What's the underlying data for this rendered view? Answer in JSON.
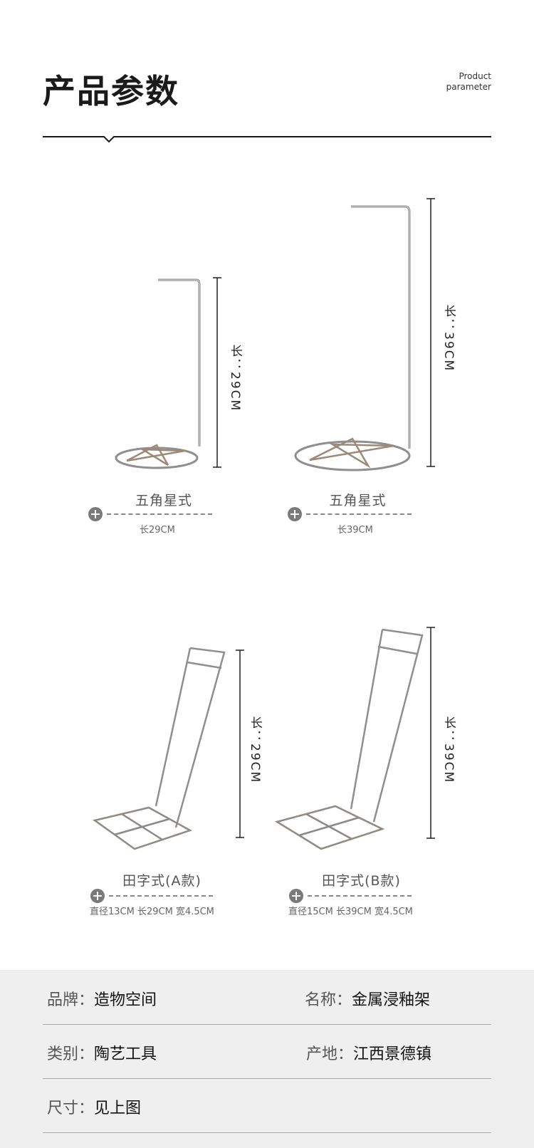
{
  "header": {
    "title": "产品参数",
    "subtitle_line1": "Product",
    "subtitle_line2": "parameter"
  },
  "products": [
    {
      "name": "五角星式",
      "spec": "长29CM",
      "dimension": "长：29CM"
    },
    {
      "name": "五角星式",
      "spec": "长39CM",
      "dimension": "长：39CM"
    },
    {
      "name": "田字式(A款)",
      "spec": "直径13CM 长29CM 宽4.5CM",
      "dimension": "长：29CM"
    },
    {
      "name": "田字式(B款)",
      "spec": "直径15CM 长39CM 宽4.5CM",
      "dimension": "长：39CM"
    }
  ],
  "info": {
    "brand_label": "品牌：",
    "brand_value": "造物空间",
    "name_label": "名称：",
    "name_value": "金属浸釉架",
    "category_label": "类别：",
    "category_value": "陶艺工具",
    "origin_label": "产地：",
    "origin_value": "江西景德镇",
    "size_label": "尺寸：",
    "size_value": "见上图"
  },
  "colors": {
    "metal": "#8a8a8a",
    "metal_rust": "#9b8a78",
    "info_bg": "#efefef"
  }
}
